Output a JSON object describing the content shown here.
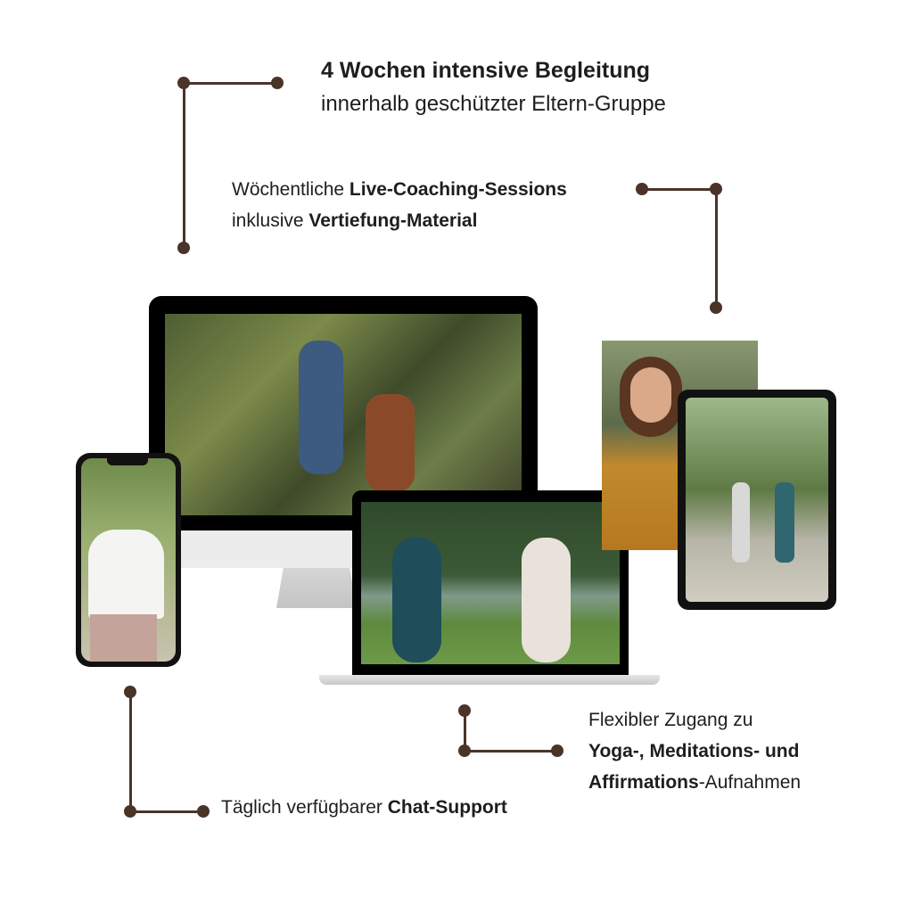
{
  "features": [
    {
      "bold": "4 Wochen intensive Begleitung",
      "rest": "innerhalb geschützter Eltern-Gruppe"
    },
    {
      "pre": "Wöchentliche ",
      "bold1": "Live-Coaching-Sessions",
      "pre2": "inklusive ",
      "bold2": "Vertiefung-Material"
    },
    {
      "pre": "Täglich verfügbarer ",
      "bold": "Chat-Support"
    },
    {
      "line1": "Flexibler Zugang zu",
      "bold1": "Yoga-, Meditations- und",
      "bold2": "Affirmations",
      "rest": "-Aufnahmen"
    }
  ],
  "colors": {
    "accent": "#4a3428"
  }
}
